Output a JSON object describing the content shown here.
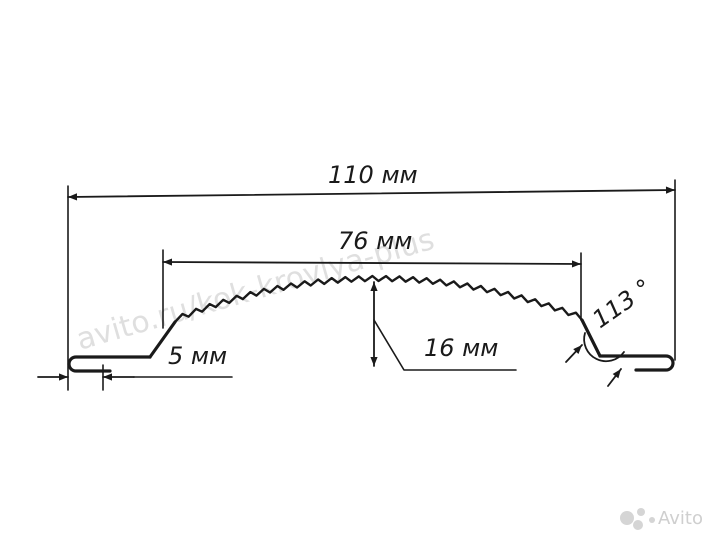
{
  "dimensions": {
    "overall_width": "110 мм",
    "crown_width": "76 мм",
    "height": "16 мм",
    "edge": "5 мм",
    "angle": "113 °"
  },
  "watermark": {
    "text": "avito.ru/kok-krovlya-plus",
    "logo": "Avito"
  },
  "colors": {
    "line": "#1a1a1a",
    "background": "#ffffff",
    "watermark": "#bbbbbb"
  }
}
